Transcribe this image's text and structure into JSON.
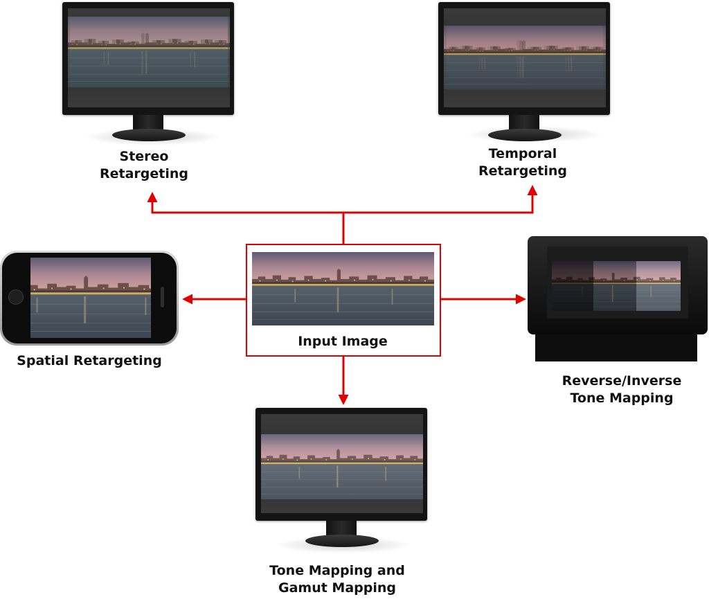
{
  "labels": {
    "stereo": "Stereo\nRetargeting",
    "temporal": "Temporal\nRetargeting",
    "spatial": "Spatial Retargeting",
    "input": "Input Image",
    "inverse_tone": "Reverse/Inverse\nTone Mapping",
    "tone_gamut": "Tone Mapping and\nGamut Mapping"
  },
  "colors": {
    "arrow": "#e00000",
    "input_frame": "#e00000",
    "device_bezel": "#141414"
  },
  "icons": {
    "monitor": "lcd-monitor",
    "phone": "smartphone",
    "hdr_display": "hdr-display"
  }
}
